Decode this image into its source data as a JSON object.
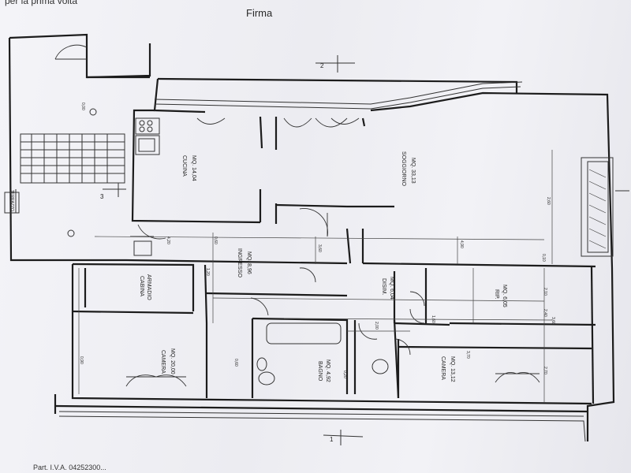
{
  "header": {
    "cut_text": "per la prima volta",
    "signature_label": "Firma"
  },
  "footer": {
    "vat_text": "Part. I.V.A. 04252300..."
  },
  "rooms": {
    "cucina": {
      "name": "CUCINA",
      "area": "MQ. 14,04"
    },
    "soggiorno": {
      "name": "SOGGIORNO",
      "area": "MQ. 33,13"
    },
    "ingresso": {
      "name": "INGRESSO",
      "area": "MQ. 8,96"
    },
    "camera_left": {
      "name": "CAMERA",
      "area": "MQ. 20,00"
    },
    "bagno": {
      "name": "BAGNO",
      "area": "MQ. 4,92"
    },
    "disimpegno": {
      "name": "DISIM.",
      "area": "MQ. 6,04"
    },
    "rip": {
      "name": "RIP.",
      "area": "MQ. 6,05"
    },
    "camera_right": {
      "name": "CAMERA",
      "area": "MQ. 13,12"
    },
    "cabina": {
      "name": "CABINA",
      "area": "ARMADIO"
    },
    "terrazzo": {
      "name": "TERRAZZO"
    }
  },
  "section_marks": {
    "top": "2",
    "left": "3",
    "bottom": "1"
  },
  "dimensions": [
    "0,00",
    "4,20",
    "0,60",
    "3,60",
    "4,90",
    "0,10",
    "2,60",
    "1,20",
    "2,10",
    "2,40",
    "1,60",
    "2,00",
    "2,70",
    "3,70",
    "0,60",
    "0,90",
    "0,20",
    "3,60"
  ]
}
